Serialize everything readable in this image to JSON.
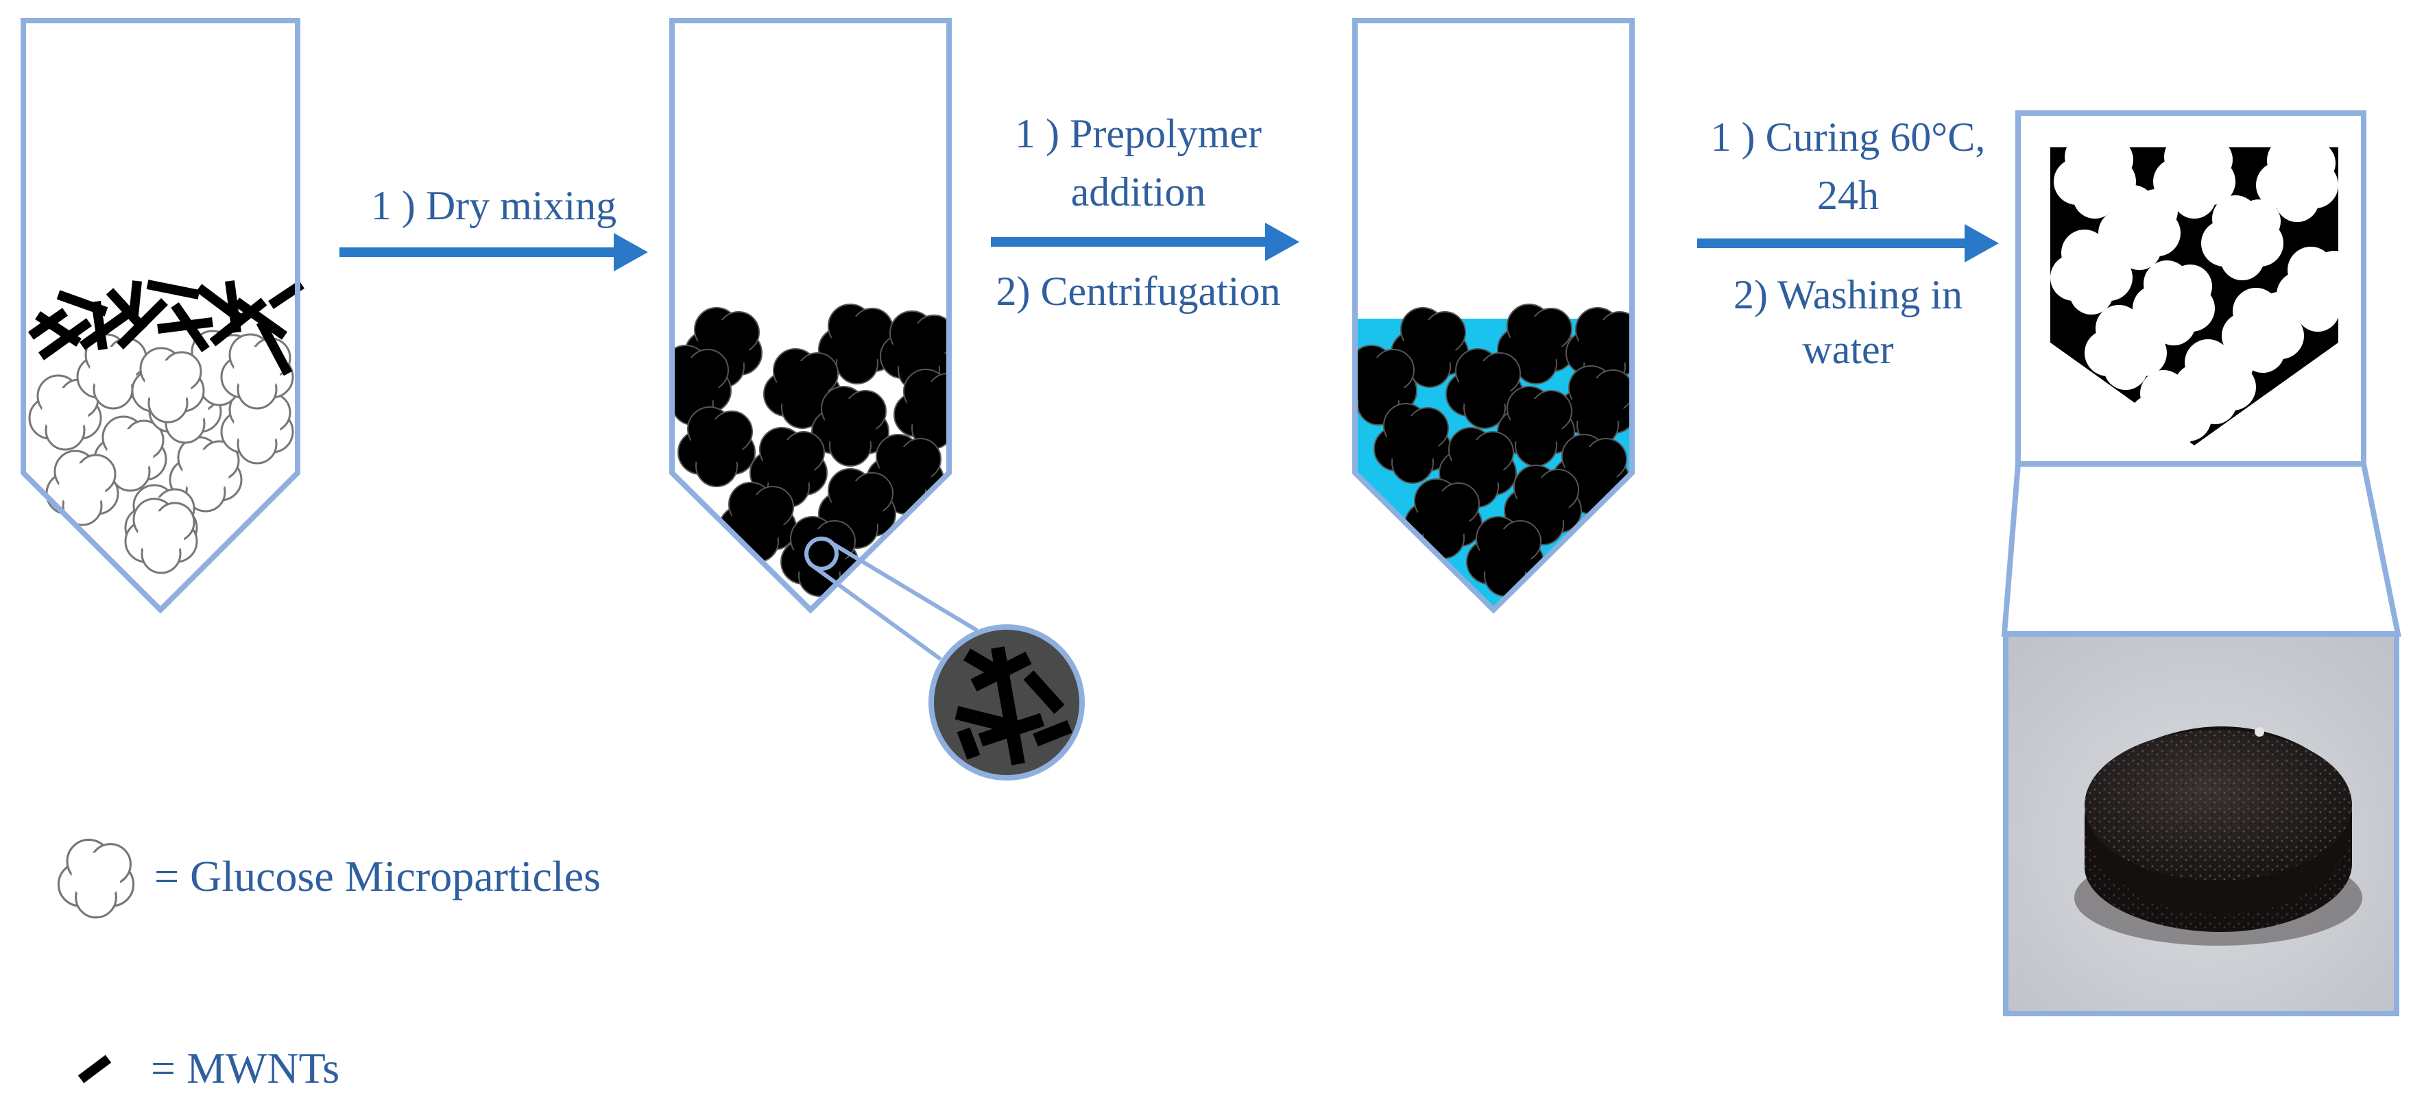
{
  "steps": {
    "step1": {
      "line1": "1 ) Dry mixing"
    },
    "step2": {
      "line1": "1 ) Prepolymer",
      "line2": "addition",
      "line3": "2) Centrifugation"
    },
    "step3": {
      "line1": "1 ) Curing 60°C,",
      "line2": "24h",
      "line3": "2) Washing in",
      "line4": "water"
    }
  },
  "legend": {
    "glucose": "= Glucose Microparticles",
    "mwnt": "= MWNTs"
  },
  "colors": {
    "outline": "#8fb0de",
    "arrow": "#2a78c8",
    "text": "#2f5f9e",
    "liquid": "#19c3ee",
    "particle": "#000000"
  },
  "icons": {
    "arrow": "right-arrow-icon",
    "glucose": "cloud-particle-icon",
    "mwnt": "nanotube-stick-icon"
  }
}
